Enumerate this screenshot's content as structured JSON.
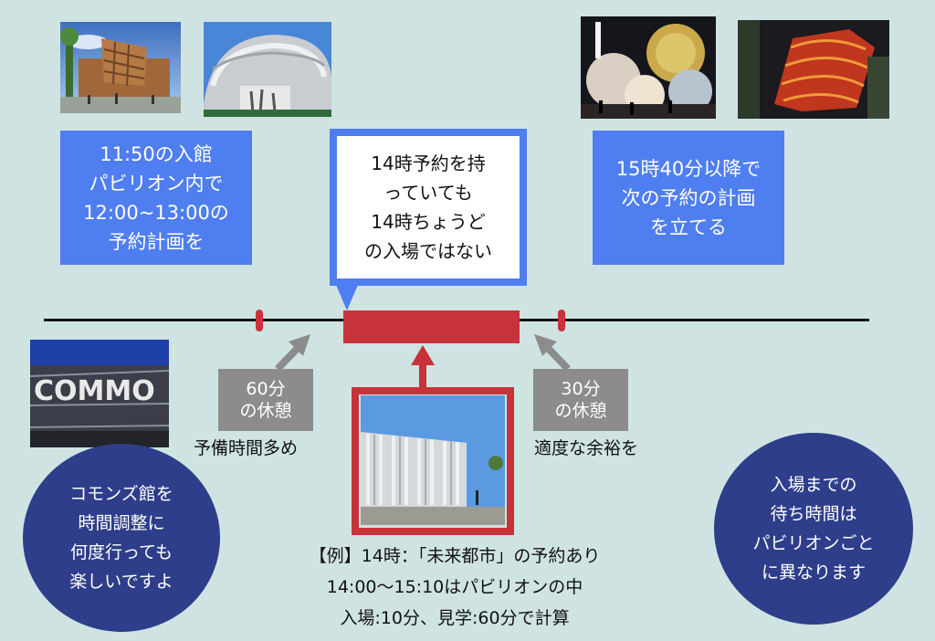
{
  "notes": {
    "entry": "11:50の入館\nパビリオン内で\n12:00~13:00の\n予約計画を",
    "after": "15時40分以降で\n次の予約の計画\nを立てる",
    "callout": "14時予約を持\nっていても\n14時ちょうど\nの入場ではない"
  },
  "breaks": {
    "before": {
      "label": "60分\nの休憩",
      "caption": "予備時間多め"
    },
    "after": {
      "label": "30分\nの休憩",
      "caption": "適度な余裕を"
    }
  },
  "circles": {
    "commons": "コモンズ館を\n時間調整に\n何度行っても\n楽しいですよ",
    "wait": "入場までの\n待ち時間は\nパビリオンごと\nに異なります"
  },
  "example": {
    "line1": "【例】14時：「未来都市」の予約あり",
    "line2": "14:00〜15:10はパビリオンの中",
    "line3": "入場:10分、見学:60分で計算"
  },
  "photo_sign_text": "COMMO",
  "colors": {
    "background": "#cfe4e2",
    "blue_box": "#4f7ef0",
    "red": "#c8323a",
    "grey_box": "#8c8c8c",
    "navy_circle": "#2e3e8a"
  }
}
